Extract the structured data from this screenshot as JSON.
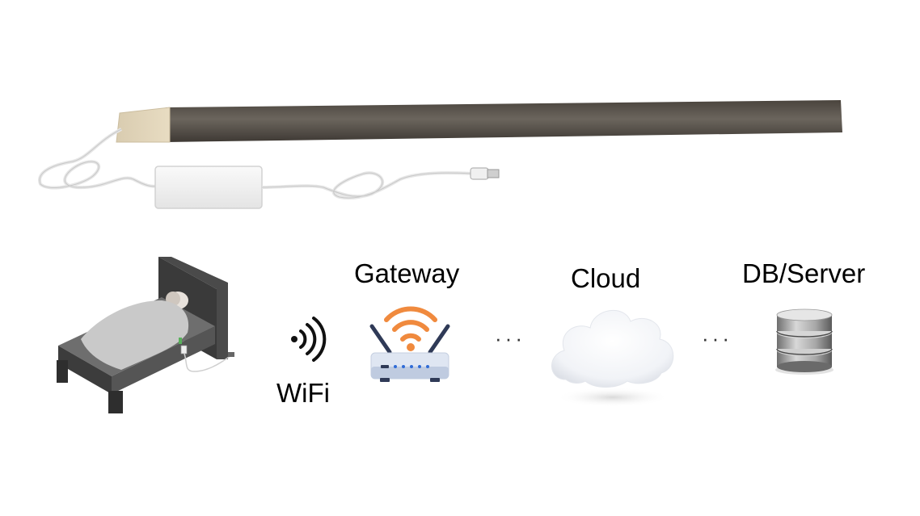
{
  "diagram": {
    "labels": {
      "gateway": "Gateway",
      "cloud": "Cloud",
      "db_server": "DB/Server",
      "wifi": "WiFi"
    },
    "connectors": {
      "gateway_to_cloud": "···",
      "cloud_to_server": "···"
    },
    "icons": {
      "sensor_strip": "sensor-strip-photo",
      "bed": "bed-with-sleeper-icon",
      "wifi": "wifi-signal-icon",
      "router": "router-icon",
      "cloud": "cloud-icon",
      "database": "database-server-icon"
    }
  }
}
